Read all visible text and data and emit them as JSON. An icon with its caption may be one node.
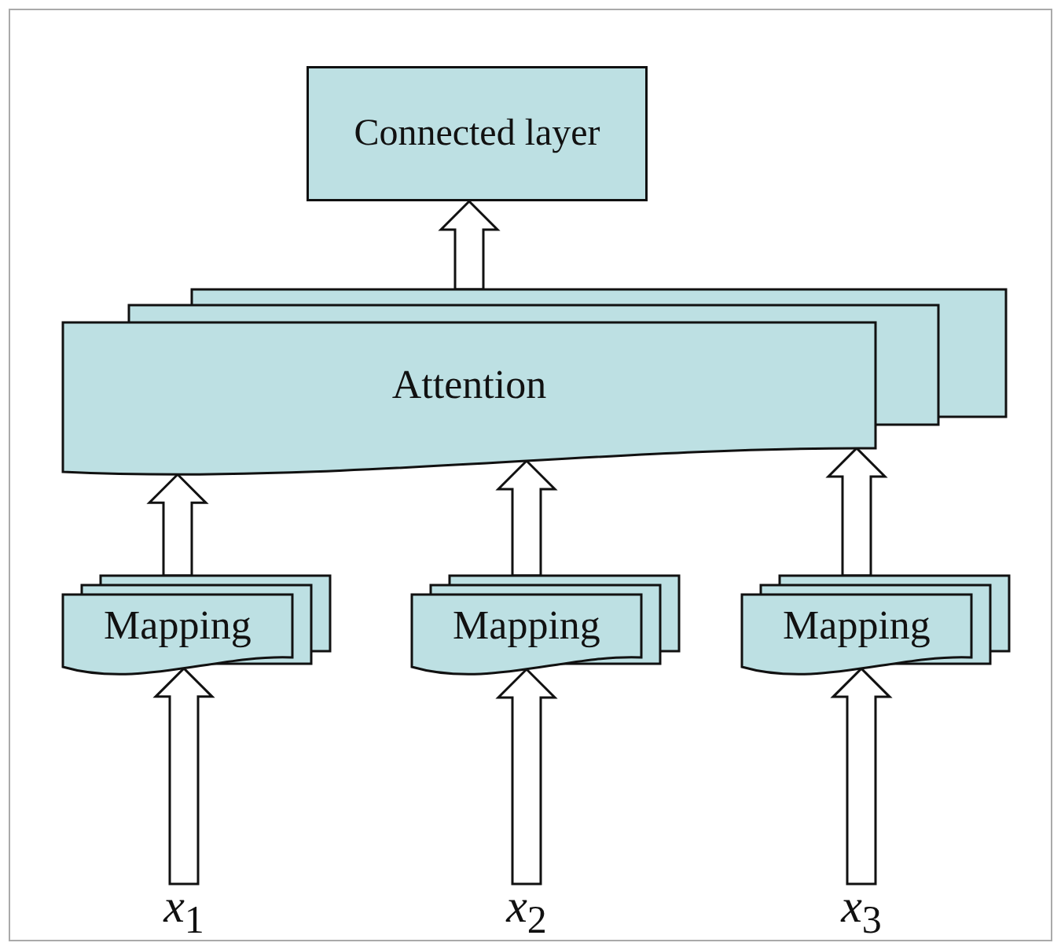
{
  "diagram": {
    "nodes": [
      {
        "text": [
          "Connected layer"
        ]
      },
      {
        "text": [
          "Attention"
        ]
      },
      {
        "text": [
          "Mapping"
        ]
      },
      {
        "text": [
          "Mapping"
        ]
      },
      {
        "text": [
          "Mapping"
        ]
      },
      {
        "text": [
          "*x*$_{1}$"
        ]
      },
      {
        "text": [
          "*x*$_{2}$"
        ]
      },
      {
        "text": [
          "*x*$_{3}$"
        ]
      }
    ],
    "edges": [
      {
        "from": 5,
        "to": 2,
        "arrow": "to"
      },
      {
        "from": 6,
        "to": 3,
        "arrow": "to"
      },
      {
        "from": 7,
        "to": 4,
        "arrow": "to"
      },
      {
        "from": 2,
        "to": 1,
        "arrow": "to"
      },
      {
        "from": 3,
        "to": 1,
        "arrow": "to"
      },
      {
        "from": 4,
        "to": 1,
        "arrow": "to"
      },
      {
        "from": 1,
        "to": 0,
        "arrow": "to"
      }
    ]
  }
}
